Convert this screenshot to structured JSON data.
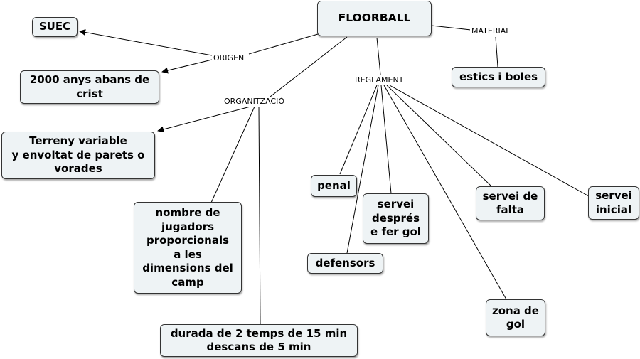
{
  "concepts": {
    "root": "FLOORBALL",
    "suec": "SUEC",
    "anys": "2000 anys abans de\ncrist",
    "terreny": "Terreny variable\ny envoltat de parets o\nvorades",
    "jugadors": "nombre de\njugadors\nproporcionals\na les\ndimensions del\ncamp",
    "durada": "durada de 2 temps de 15 min\ndescans de 5 min",
    "estics": "estics i boles",
    "penal": "penal",
    "servei_gol": "servei\ndesprés\ne fer gol",
    "defensors": "defensors",
    "servei_falta": "servei de\nfalta",
    "servei_inicial": "servei\ninicial",
    "zona_gol": "zona de\ngol"
  },
  "links": {
    "origen": "ORIGEN",
    "organitzacio": "ORGANITZACIÓ",
    "reglament": "REGLAMENT",
    "material": "MATERIAL"
  },
  "colors": {
    "node_fill": "#eef3f5",
    "node_border": "#333333",
    "line": "#000000"
  }
}
